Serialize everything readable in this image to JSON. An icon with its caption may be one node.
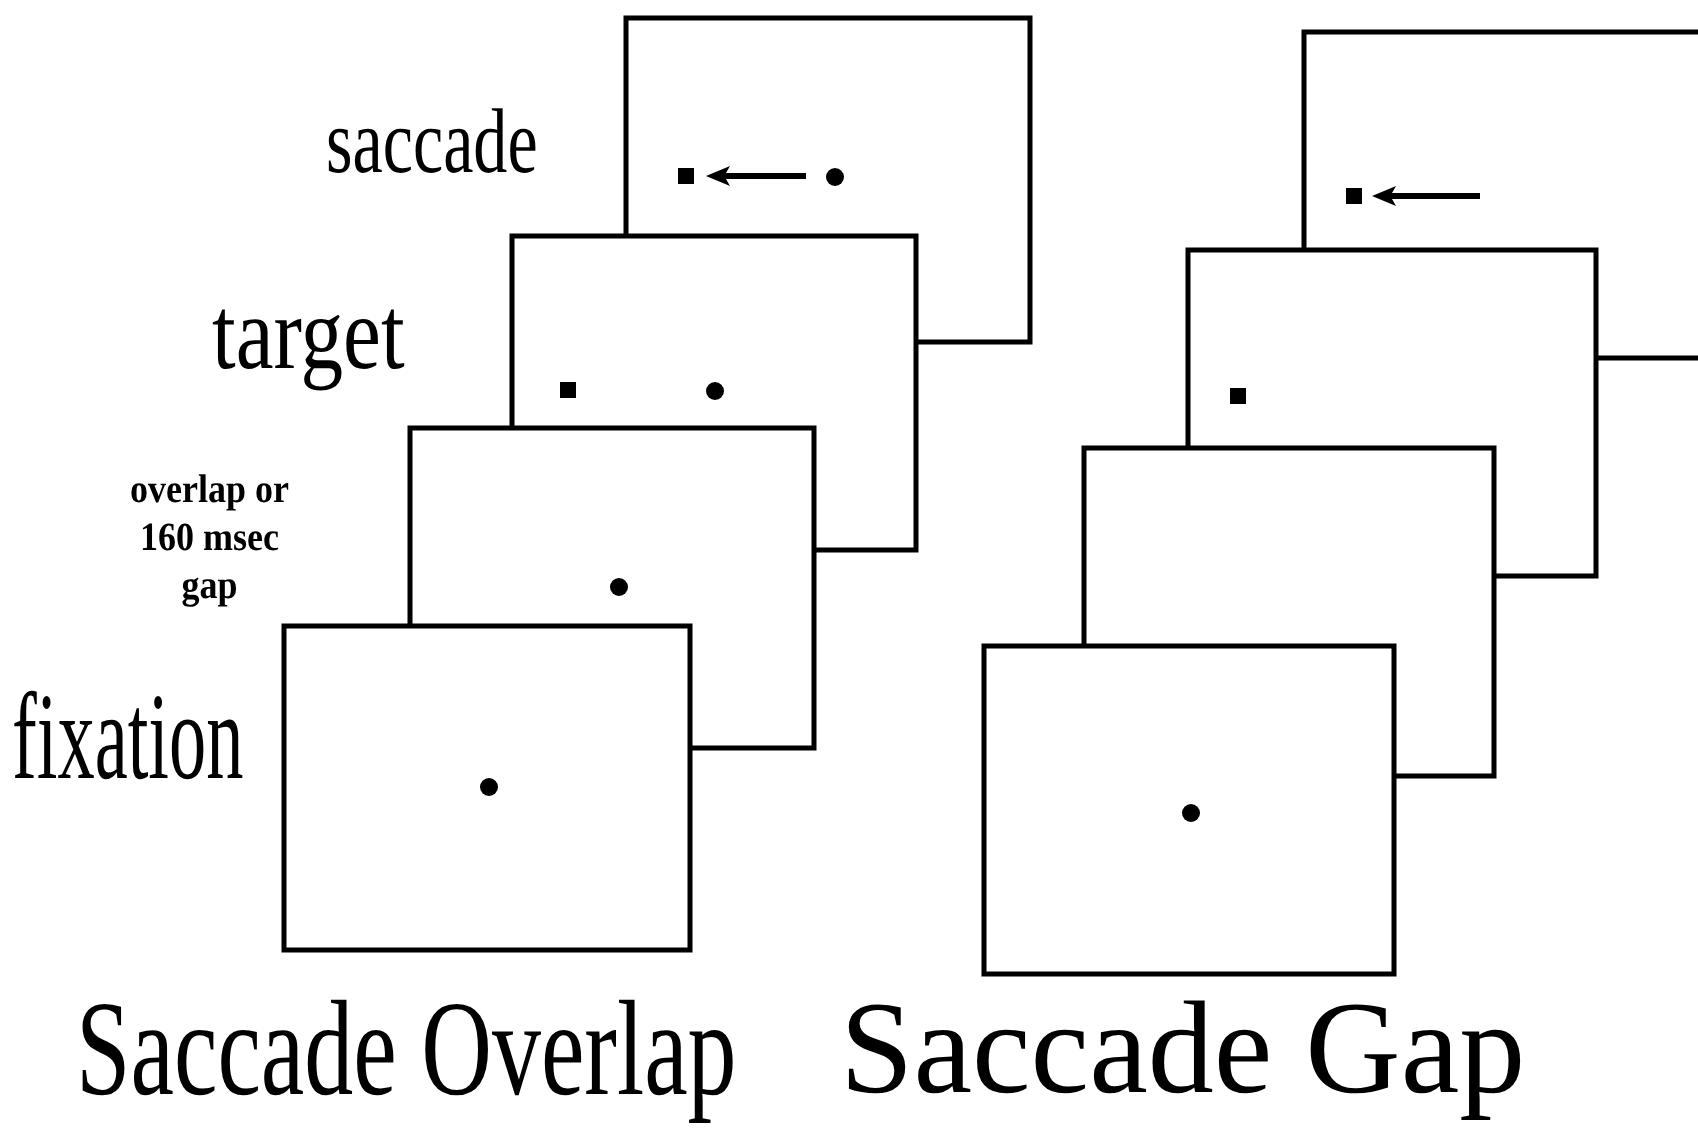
{
  "diagram": {
    "nodes": [
      {
        "text": [],
        "shape": "box"
      },
      {
        "text": [],
        "shape": "box"
      },
      {
        "text": [],
        "shape": "box"
      },
      {
        "text": [],
        "shape": "box"
      },
      {
        "text": [],
        "shape": "box"
      },
      {
        "text": [],
        "shape": "box"
      },
      {
        "text": [],
        "shape": "box"
      },
      {
        "text": [],
        "shape": "box"
      }
    ],
    "edges": [],
    "labels": [
      "saccade",
      "target",
      "overlap or 160 msec gap",
      "fixation",
      "Saccade Overlap",
      "Saccade Gap"
    ]
  }
}
